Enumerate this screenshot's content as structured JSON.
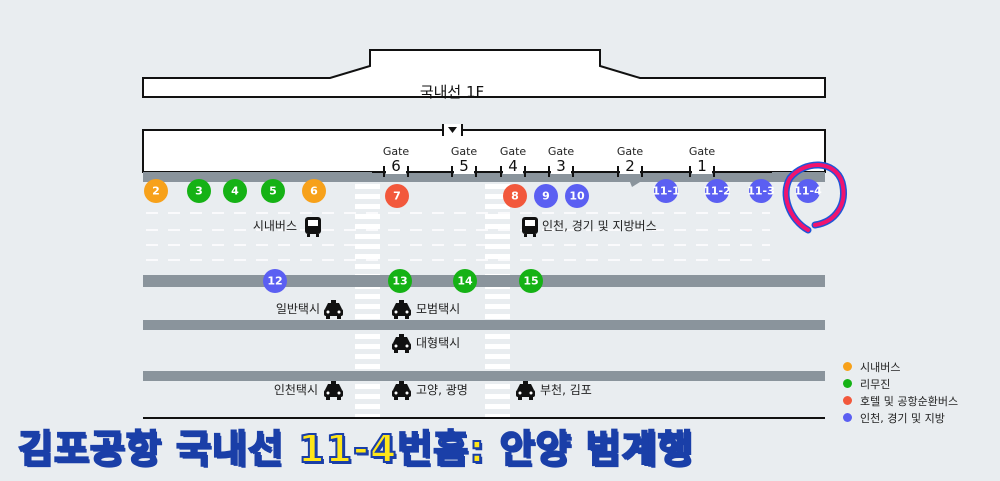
{
  "terminal_title": "국내선 1F",
  "gates": [
    {
      "label": "Gate",
      "num": "6"
    },
    {
      "label": "Gate",
      "num": "5"
    },
    {
      "label": "Gate",
      "num": "4"
    },
    {
      "label": "Gate",
      "num": "3"
    },
    {
      "label": "Gate",
      "num": "2"
    },
    {
      "label": "Gate",
      "num": "1"
    }
  ],
  "stops": [
    {
      "num": "2",
      "type": "city"
    },
    {
      "num": "3",
      "type": "limousine"
    },
    {
      "num": "4",
      "type": "limousine"
    },
    {
      "num": "5",
      "type": "limousine"
    },
    {
      "num": "6",
      "type": "city"
    },
    {
      "num": "7",
      "type": "hotel"
    },
    {
      "num": "8",
      "type": "hotel"
    },
    {
      "num": "9",
      "type": "regional"
    },
    {
      "num": "10",
      "type": "regional"
    },
    {
      "num": "11-1",
      "type": "regional"
    },
    {
      "num": "11-2",
      "type": "regional"
    },
    {
      "num": "11-3",
      "type": "regional"
    },
    {
      "num": "11-4",
      "type": "regional"
    },
    {
      "num": "12",
      "type": "regional"
    },
    {
      "num": "13",
      "type": "limousine"
    },
    {
      "num": "14",
      "type": "limousine"
    },
    {
      "num": "15",
      "type": "limousine"
    }
  ],
  "labels": {
    "city_bus": "시내버스",
    "regional_bus": "인천, 경기 및 지방버스",
    "taxi_regular": "일반택시",
    "taxi_deluxe": "모범택시",
    "taxi_large": "대형택시",
    "taxi_incheon": "인천택시",
    "taxi_goyang": "고양, 광명",
    "taxi_bucheon": "부천, 김포"
  },
  "legend": [
    {
      "label": "시내버스",
      "color": "#f7a11a"
    },
    {
      "label": "리무진",
      "color": "#15b215"
    },
    {
      "label": "호텔 및 공항순환버스",
      "color": "#f2583c"
    },
    {
      "label": "인천, 경기 및 지방",
      "color": "#5b5ff2"
    }
  ],
  "colors": {
    "city": "#f7a11a",
    "limousine": "#15b215",
    "hotel": "#f2583c",
    "regional": "#5b5ff2",
    "highlight": "#f0146e"
  },
  "banner": "김포공항 국내선 11-4번홈: 안양 범계행"
}
